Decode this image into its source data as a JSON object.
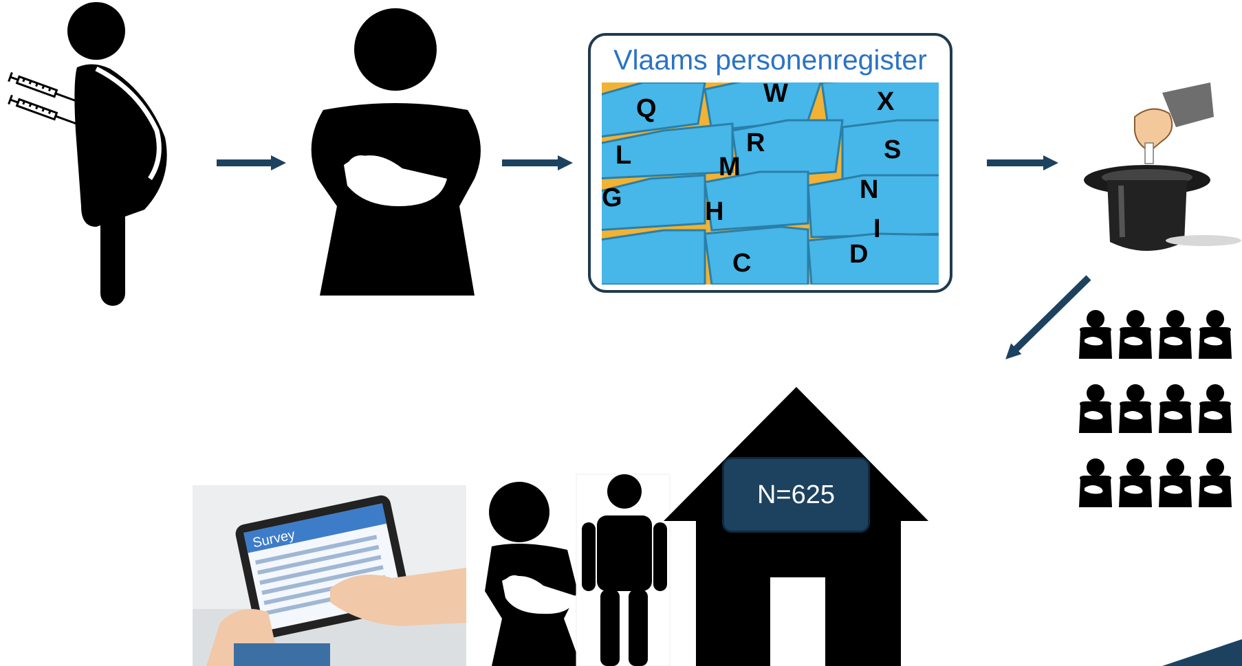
{
  "registry": {
    "title": "Vlaams personenregister"
  },
  "household": {
    "count_label": "N=625"
  },
  "survey": {
    "screen_label": "Survey"
  },
  "colors": {
    "arrow": "#1d4260",
    "registry_title": "#2a73c4",
    "count_box": "#1d4260"
  },
  "icons": [
    "syringe-icon",
    "pregnant-woman-icon",
    "mother-with-baby-icon",
    "file-cabinet-tabs",
    "hand-drawing-lot-icon",
    "top-hat-icon",
    "mothers-group-icon",
    "father-icon",
    "house-icon",
    "tablet-survey-photo"
  ]
}
